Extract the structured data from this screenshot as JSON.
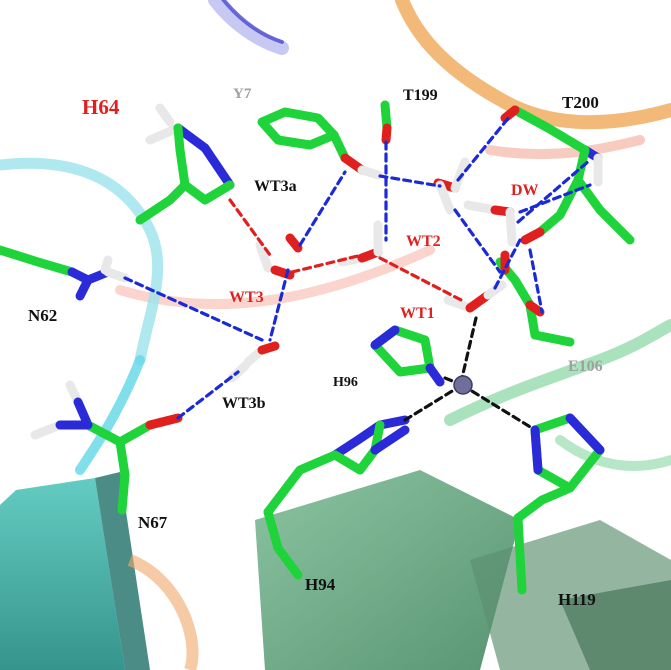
{
  "colors": {
    "carbon": "#1fd43a",
    "nitrogen": "#2a2ad8",
    "oxygen": "#e01f1f",
    "hydrogen": "#e8e8e8",
    "zinc": "#6f6f99",
    "hbond_blue": "#1a2ad6",
    "hbond_red": "#e01f1f",
    "coordination_black": "#111111",
    "label_black": "#111111",
    "label_red": "#e01f1f",
    "label_gray": "#a0a0a0"
  },
  "labels": {
    "h64": "H64",
    "y7": "Y7",
    "t199": "T199",
    "t200": "T200",
    "wt3a": "WT3a",
    "wt2": "WT2",
    "dw": "DW",
    "wt3": "WT3",
    "wt1": "WT1",
    "n62": "N62",
    "h96": "H96",
    "e106": "E106",
    "wt3b": "WT3b",
    "n67": "N67",
    "h94": "H94",
    "h119": "H119"
  }
}
